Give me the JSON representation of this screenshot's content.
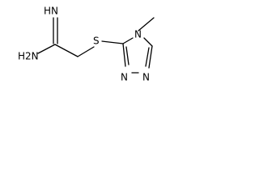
{
  "molecule": {
    "atoms": {
      "imine": "HN",
      "amine": "H2N",
      "sulfur": "S",
      "methyl_nitrogen": "N",
      "ring_nitrogen_a": "N",
      "ring_nitrogen_b": "N"
    },
    "colors": {
      "bond": "#000000",
      "label": "#000000",
      "background": "#ffffff"
    }
  }
}
